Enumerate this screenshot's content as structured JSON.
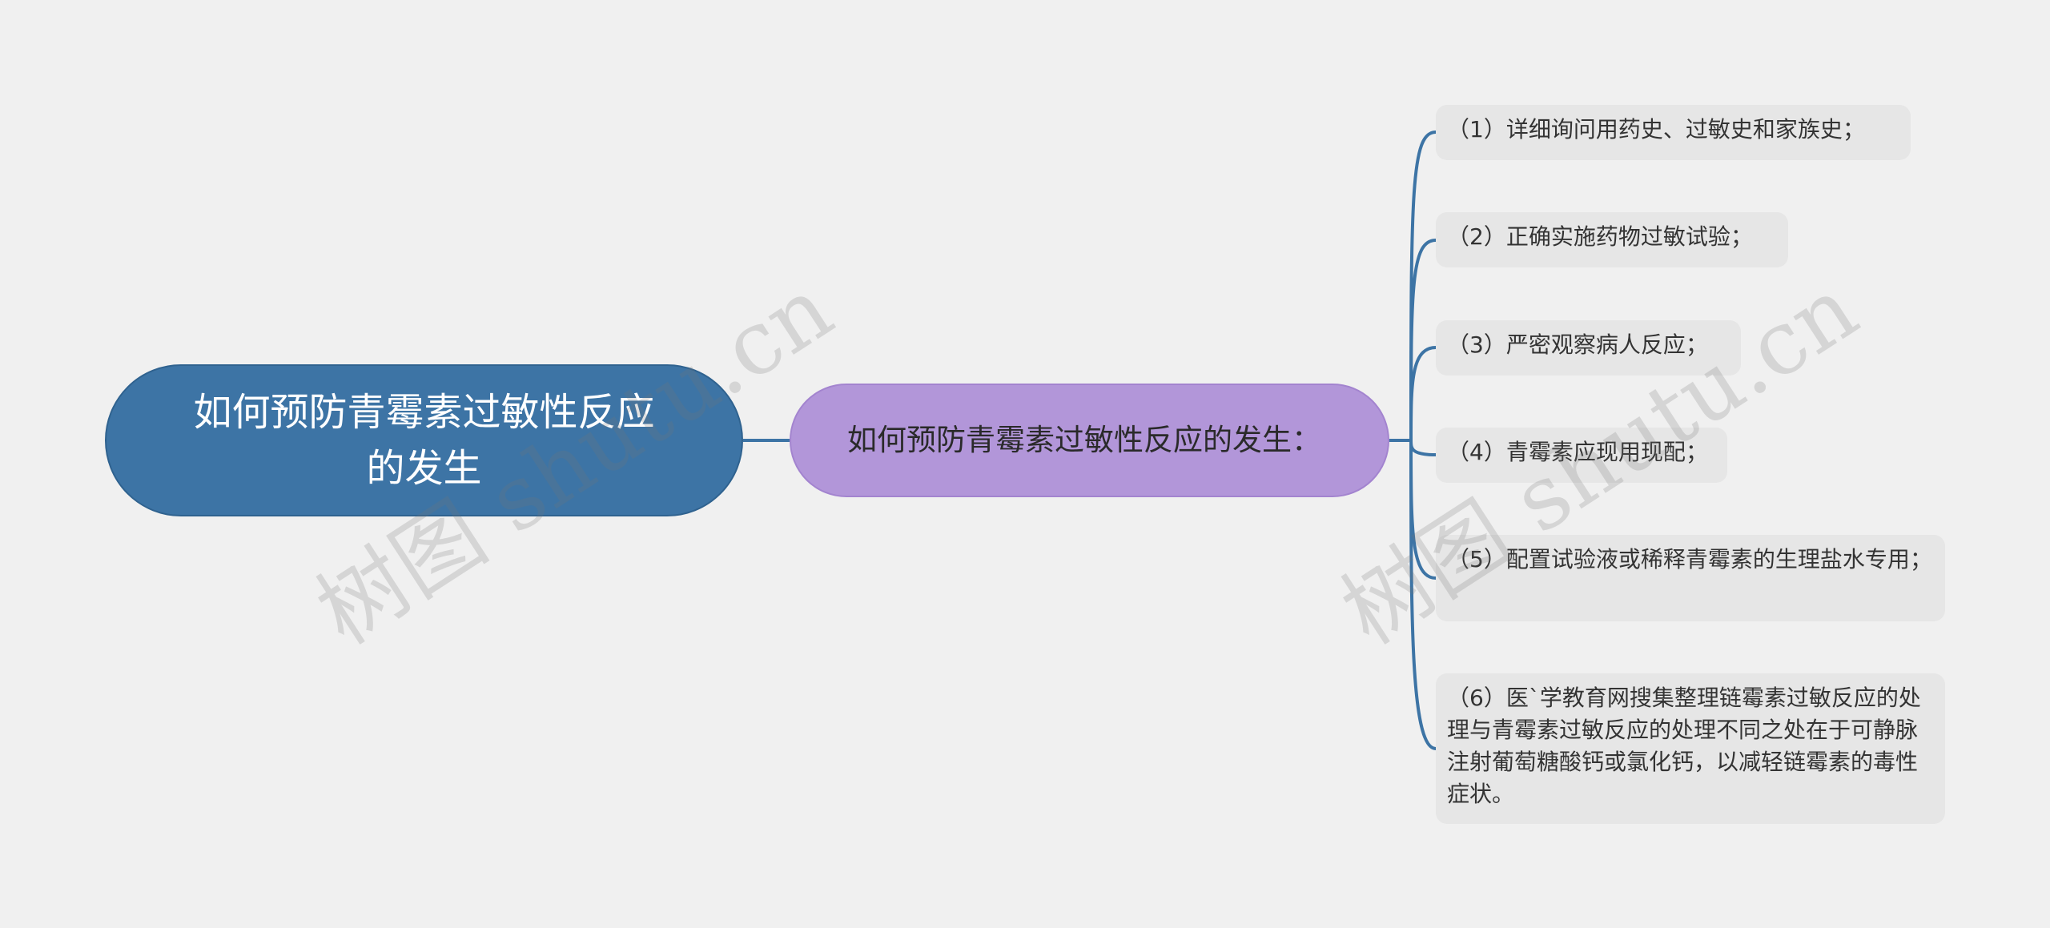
{
  "root": {
    "label": "如何预防青霉素过敏性反应的发生"
  },
  "branch": {
    "label": "如何预防青霉素过敏性反应的发生："
  },
  "leaves": [
    "（1）详细询问用药史、过敏史和家族史；",
    "（2）正确实施药物过敏试验；",
    "（3）严密观察病人反应；",
    "（4）青霉素应现用现配；",
    "（5）配置试验液或稀释青霉素的生理盐水专用；",
    "（6）医`学教育网搜集整理链霉素过敏反应的处理与青霉素过敏反应的处理不同之处在于可静脉注射葡萄糖酸钙或氯化钙，以减轻链霉素的毒性症状。"
  ],
  "watermarks": [
    "树图 shutu.cn",
    "树图 shutu.cn"
  ],
  "colors": {
    "root_fill": "#3d74a5",
    "branch_fill": "#b296d9",
    "leaf_fill": "#e6e6e6",
    "connector": "#3d74a5",
    "background": "#f0f0f0"
  }
}
